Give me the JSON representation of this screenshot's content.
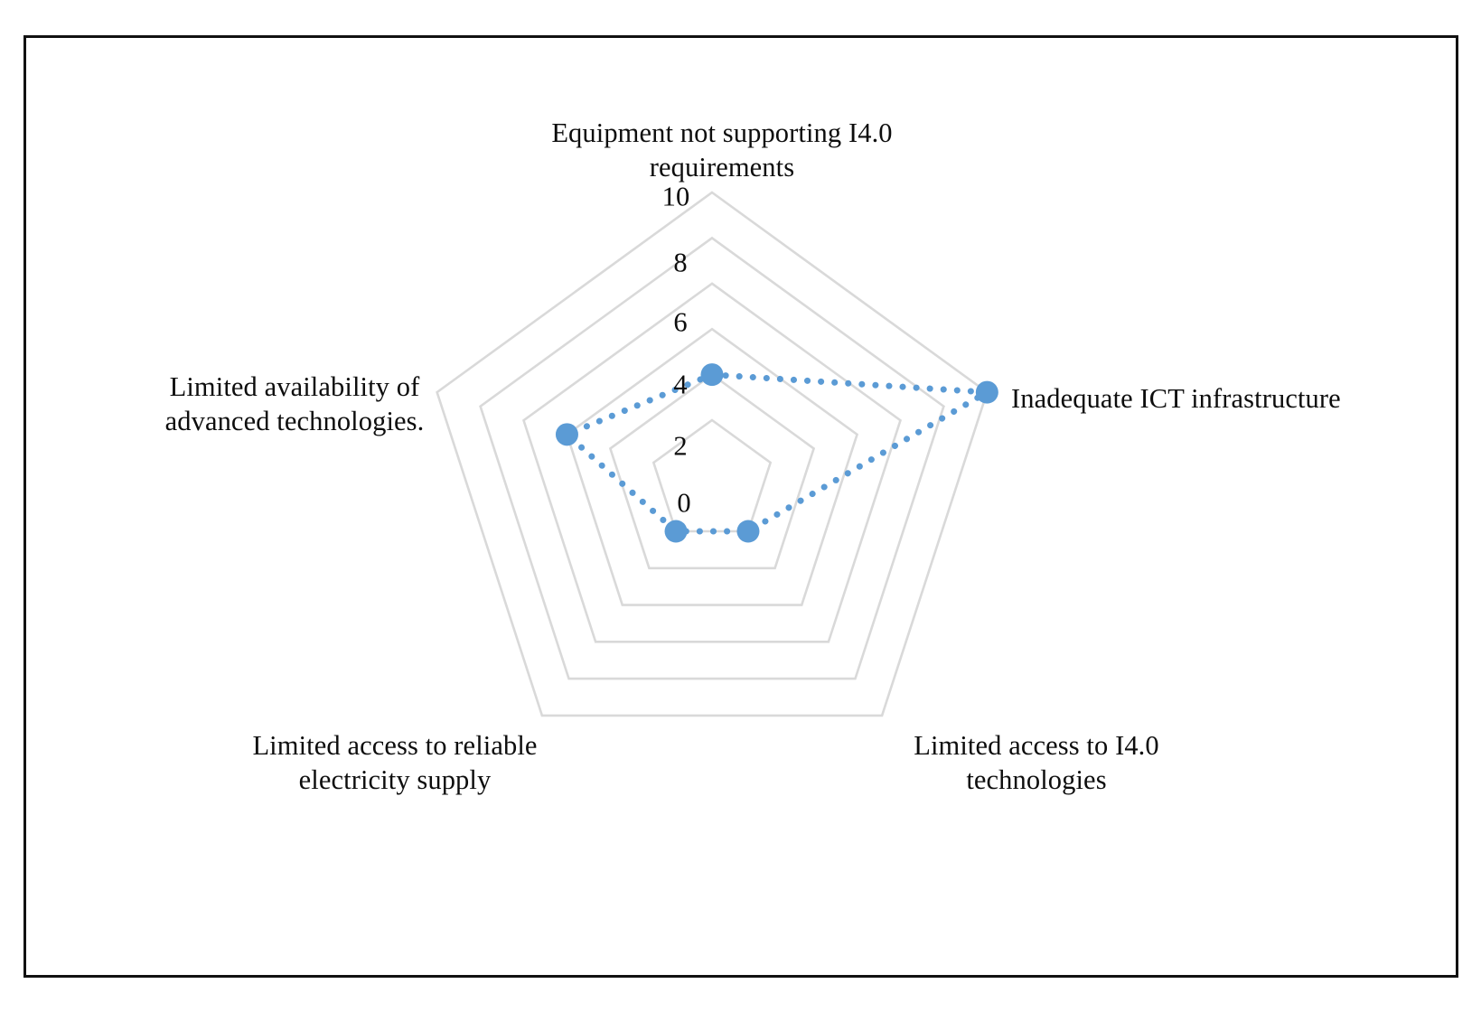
{
  "figure": {
    "frame_border_color": "#111111",
    "background_color": "#ffffff"
  },
  "chart_data": {
    "type": "radar",
    "title": "",
    "categories": [
      "Equipment not supporting I4.0 requirements",
      "Inadequate ICT infrastructure",
      "Limited access to I4.0 technologies",
      "Limited access to reliable electricity supply",
      "Limited availability of advanced technologies."
    ],
    "values": [
      2,
      10,
      0,
      0,
      4
    ],
    "series": [
      {
        "name": "",
        "values": [
          2,
          10,
          0,
          0,
          4
        ]
      }
    ],
    "tick_labels": [
      "0",
      "2",
      "4",
      "6",
      "8",
      "10"
    ],
    "tick_values": [
      0,
      2,
      4,
      6,
      8,
      10
    ],
    "rlim": [
      0,
      10
    ],
    "grid": true,
    "grid_color": "#D9D9D9",
    "series_color": "#5B9BD5",
    "line_style": "dotted",
    "marker": "circle",
    "legend": "none",
    "xlabel": "",
    "ylabel": ""
  },
  "axis_labels": [
    {
      "text": "Equipment not supporting I4.0\nrequirements"
    },
    {
      "text": "Inadequate ICT infrastructure"
    },
    {
      "text": "Limited access to I4.0\ntechnologies"
    },
    {
      "text": "Limited access to reliable\nelectricity supply"
    },
    {
      "text": "Limited availability of\nadvanced technologies."
    }
  ],
  "tick_labels": [
    {
      "text": "10"
    },
    {
      "text": "8"
    },
    {
      "text": "6"
    },
    {
      "text": "4"
    },
    {
      "text": "2"
    },
    {
      "text": "0"
    }
  ]
}
